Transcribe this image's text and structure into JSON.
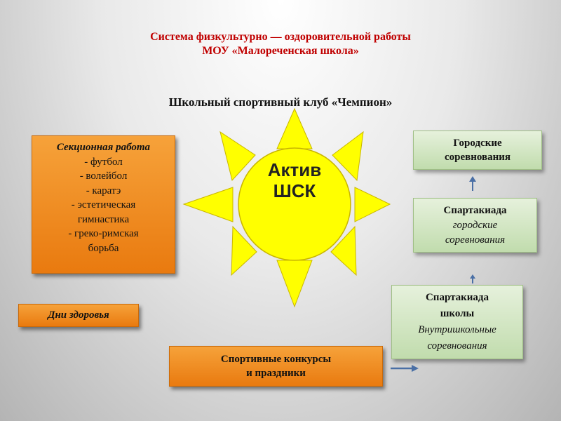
{
  "header": {
    "title_line1": "Система физкультурно — оздоровительной работы",
    "title_line2": "МОУ «Малореченская школа»",
    "subtitle": "Школьный спортивный клуб «Чемпион»"
  },
  "center": {
    "line1": "Актив",
    "line2": "ШСК"
  },
  "sections": {
    "heading": "Секционная работа",
    "items": [
      "- футбол",
      "- волейбол",
      "- каратэ",
      "- эстетическая",
      "гимнастика",
      "- греко-римская",
      "борьба"
    ]
  },
  "health_days": "Дни здоровья",
  "contests": {
    "line1": "Спортивные конкурсы",
    "line2": "и праздники"
  },
  "city_competitions": {
    "line1": "Городские",
    "line2": "соревнования"
  },
  "spartakiada_city": {
    "title": "Спартакиада",
    "sub1": "городские",
    "sub2": "соревнования"
  },
  "spartakiada_school": {
    "title1": "Спартакиада",
    "title2": "школы",
    "sub1": "Внутришкольные",
    "sub2": "соревнования"
  },
  "colors": {
    "title": "#c00000",
    "sun": "#ffff00",
    "orange_box": "#f08a1c",
    "green_box": "#d5e8c7",
    "arrow": "#4a6fa5"
  }
}
